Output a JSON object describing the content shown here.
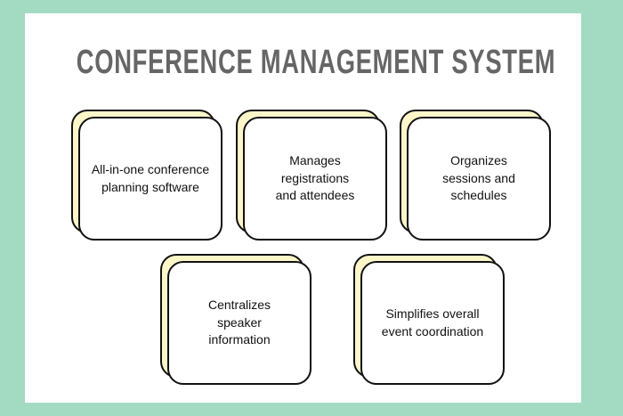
{
  "title": "CONFERENCE MANAGEMENT SYSTEM",
  "colors": {
    "background": "#a3dbc2",
    "card_back": "#fdf6c9",
    "title": "#666666"
  },
  "cards": [
    {
      "text": "All-in-one conference planning software"
    },
    {
      "text": "Manages registrations and attendees"
    },
    {
      "text": "Organizes sessions and schedules"
    },
    {
      "text": "Centralizes speaker information"
    },
    {
      "text": "Simplifies overall event coordination"
    }
  ]
}
